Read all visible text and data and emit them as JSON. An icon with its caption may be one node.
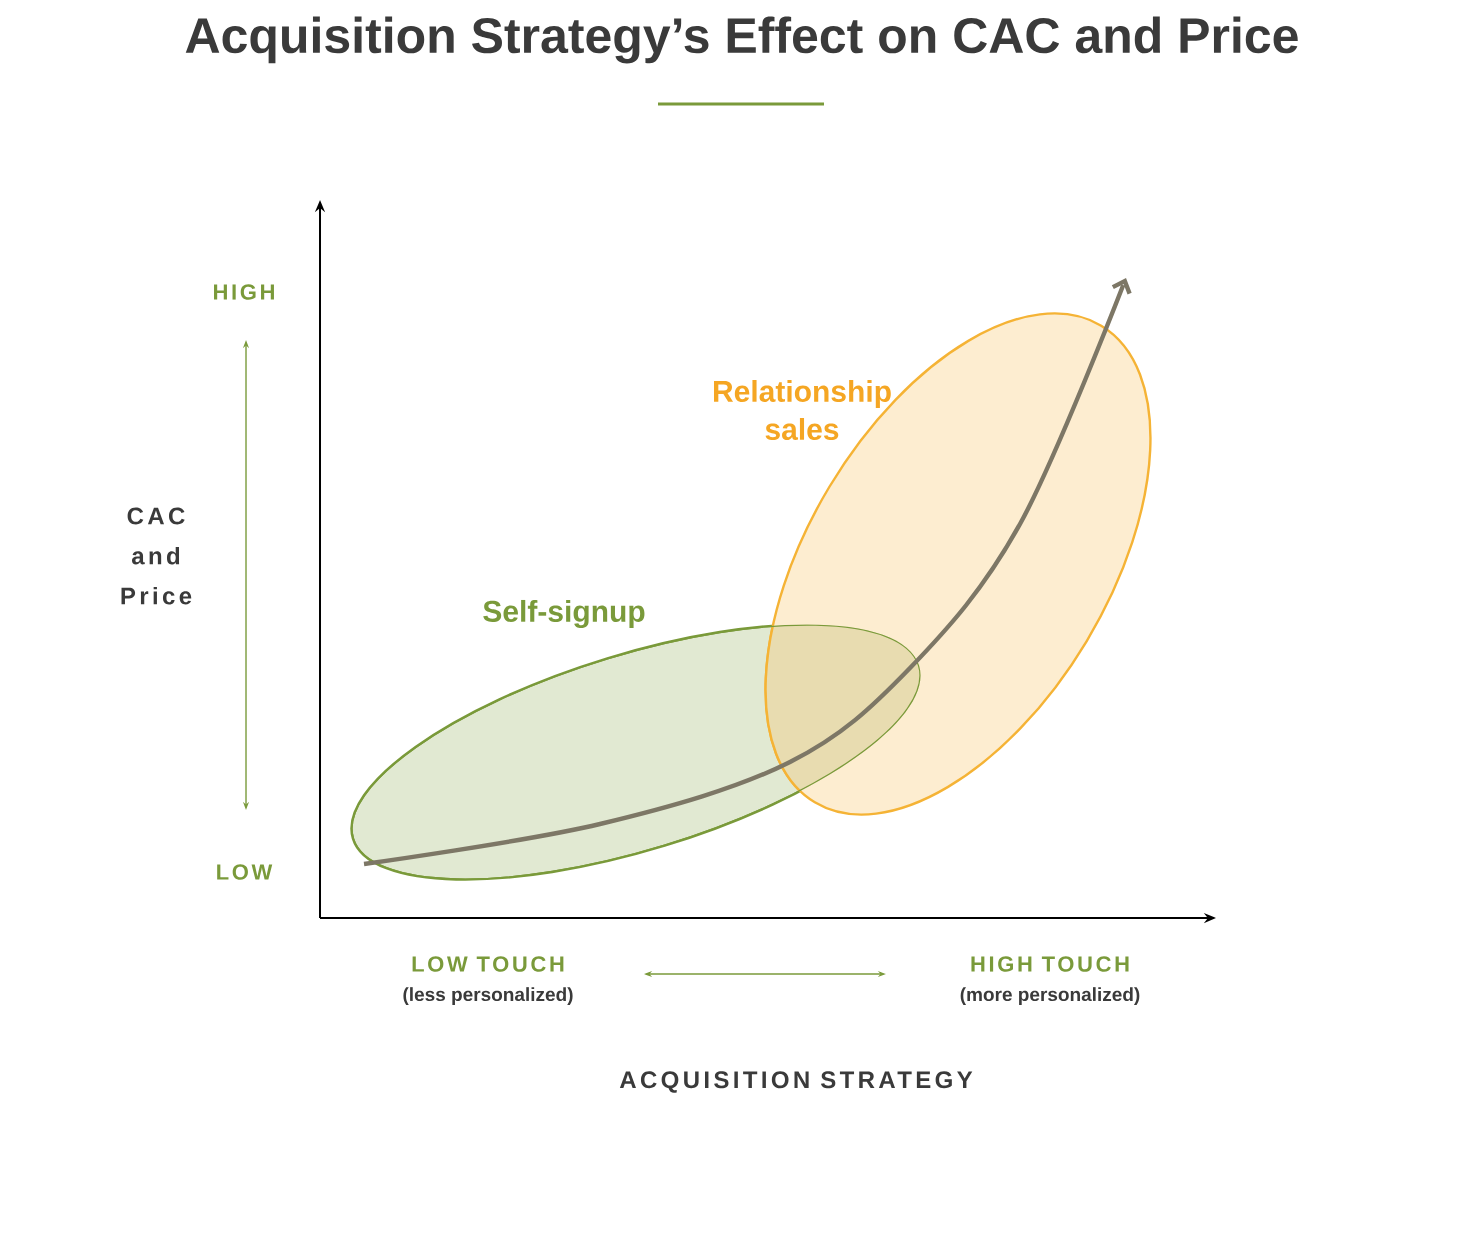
{
  "diagram": {
    "title": "Acquisition Strategy’s Effect on CAC and Price",
    "nodes": [
      {
        "text": [
          "Self-signup"
        ]
      },
      {
        "text": [
          "Relationship sales"
        ]
      }
    ],
    "labels": [
      "HIGH",
      "CAC and Price",
      "LOW",
      "LOW TOUCH",
      "(less personalized)",
      "HIGH TOUCH",
      "(more personalized)",
      "ACQUISITION STRATEGY"
    ]
  }
}
